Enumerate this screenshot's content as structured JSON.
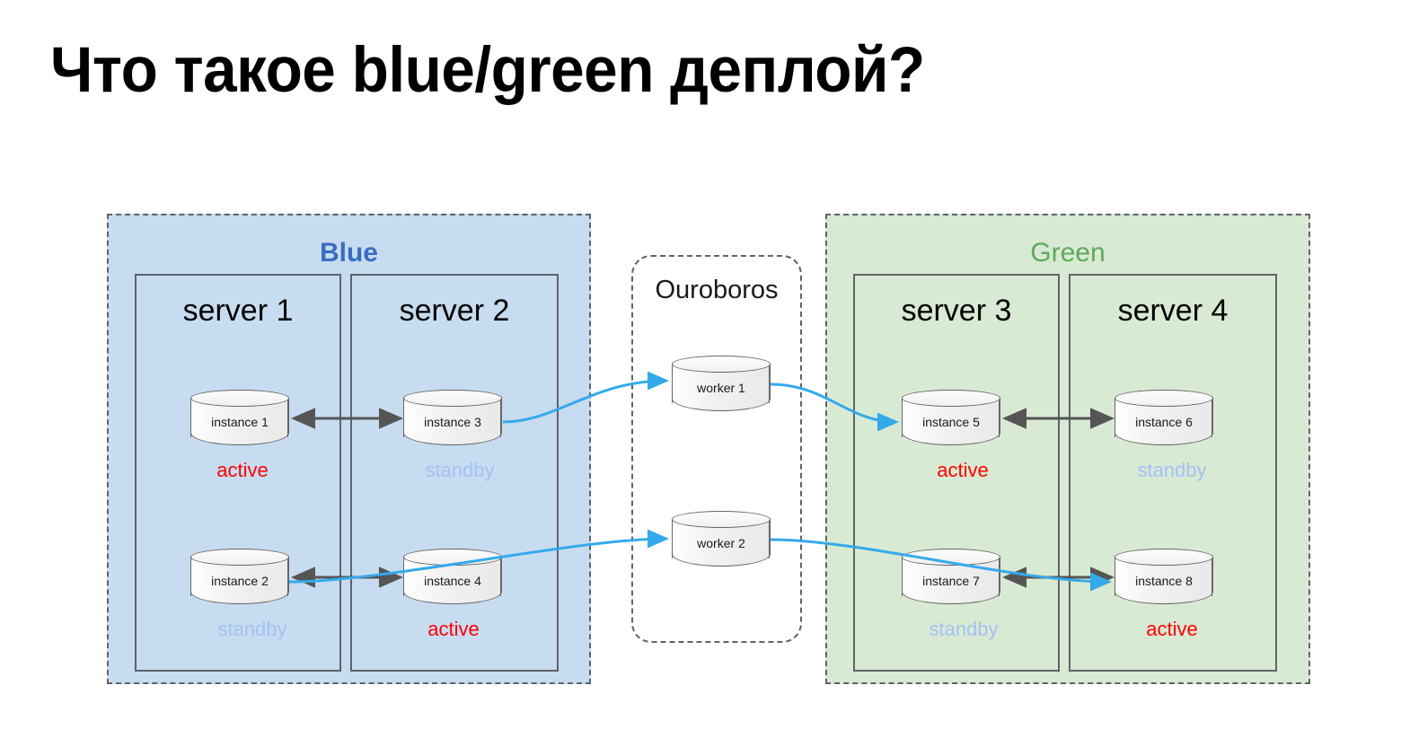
{
  "slide": {
    "title": "Что такое blue/green деплой?"
  },
  "colors": {
    "blue_zone_fill": "#c7dcf0",
    "green_zone_fill": "#d8ead3",
    "zone_border": "#5f6368",
    "blue_label": "#3b6cc4",
    "green_label": "#60a95f",
    "active": "#ff0000",
    "standby": "#a4c2f4",
    "flow_arrow": "#35aaeb",
    "sync_arrow": "#555555",
    "cylinder_stroke": "#666666",
    "cylinder_fill": "#f0f0f0"
  },
  "zones": {
    "blue": {
      "title": "Blue",
      "servers": [
        {
          "name": "server 1",
          "instances": [
            {
              "label": "instance 1",
              "state": "active"
            },
            {
              "label": "instance 2",
              "state": "standby"
            }
          ]
        },
        {
          "name": "server 2",
          "instances": [
            {
              "label": "instance 3",
              "state": "standby"
            },
            {
              "label": "instance 4",
              "state": "active"
            }
          ]
        }
      ]
    },
    "ouroboros": {
      "title": "Ouroboros",
      "workers": [
        {
          "label": "worker 1"
        },
        {
          "label": "worker 2"
        }
      ]
    },
    "green": {
      "title": "Green",
      "servers": [
        {
          "name": "server 3",
          "instances": [
            {
              "label": "instance 5",
              "state": "active"
            },
            {
              "label": "instance 7",
              "state": "standby"
            }
          ]
        },
        {
          "name": "server 4",
          "instances": [
            {
              "label": "instance 6",
              "state": "standby"
            },
            {
              "label": "instance 8",
              "state": "active"
            }
          ]
        }
      ]
    }
  },
  "states": {
    "active_label": "active",
    "standby_label": "standby"
  },
  "connections": [
    {
      "from": "instance 1",
      "to": "instance 3",
      "kind": "sync",
      "bidirectional": true
    },
    {
      "from": "instance 2",
      "to": "instance 4",
      "kind": "sync",
      "bidirectional": true
    },
    {
      "from": "instance 5",
      "to": "instance 6",
      "kind": "sync",
      "bidirectional": true
    },
    {
      "from": "instance 7",
      "to": "instance 8",
      "kind": "sync",
      "bidirectional": true
    },
    {
      "from": "instance 3",
      "to": "worker 1",
      "kind": "flow",
      "bidirectional": false
    },
    {
      "from": "worker 1",
      "to": "instance 5",
      "kind": "flow",
      "bidirectional": false
    },
    {
      "from": "instance 2",
      "to": "worker 2",
      "kind": "flow",
      "bidirectional": false
    },
    {
      "from": "worker 2",
      "to": "instance 8",
      "kind": "flow",
      "bidirectional": false
    }
  ]
}
